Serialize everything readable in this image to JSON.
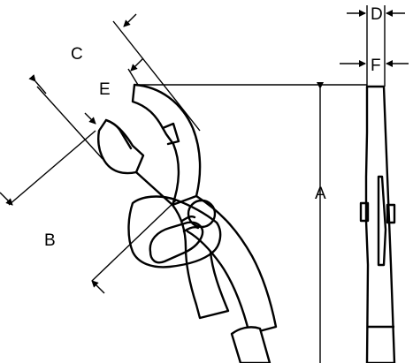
{
  "diagram": {
    "labels": {
      "A": "A",
      "B": "B",
      "C": "C",
      "D": "D",
      "E": "E",
      "F": "F"
    },
    "colors": {
      "stroke": "#000000",
      "background": "#ffffff",
      "handle_fill": "#ffffff"
    },
    "icons": {
      "pliers": "pliers-icon",
      "arrow": "arrowhead-icon"
    }
  }
}
